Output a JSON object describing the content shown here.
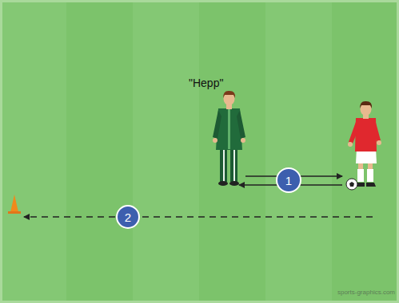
{
  "diagram": {
    "nodes": [
      {
        "text": [
          "1"
        ]
      },
      {
        "text": [
          "2"
        ]
      }
    ],
    "labels": [
      "\"Hepp\"",
      "sports-graphics.com"
    ]
  }
}
